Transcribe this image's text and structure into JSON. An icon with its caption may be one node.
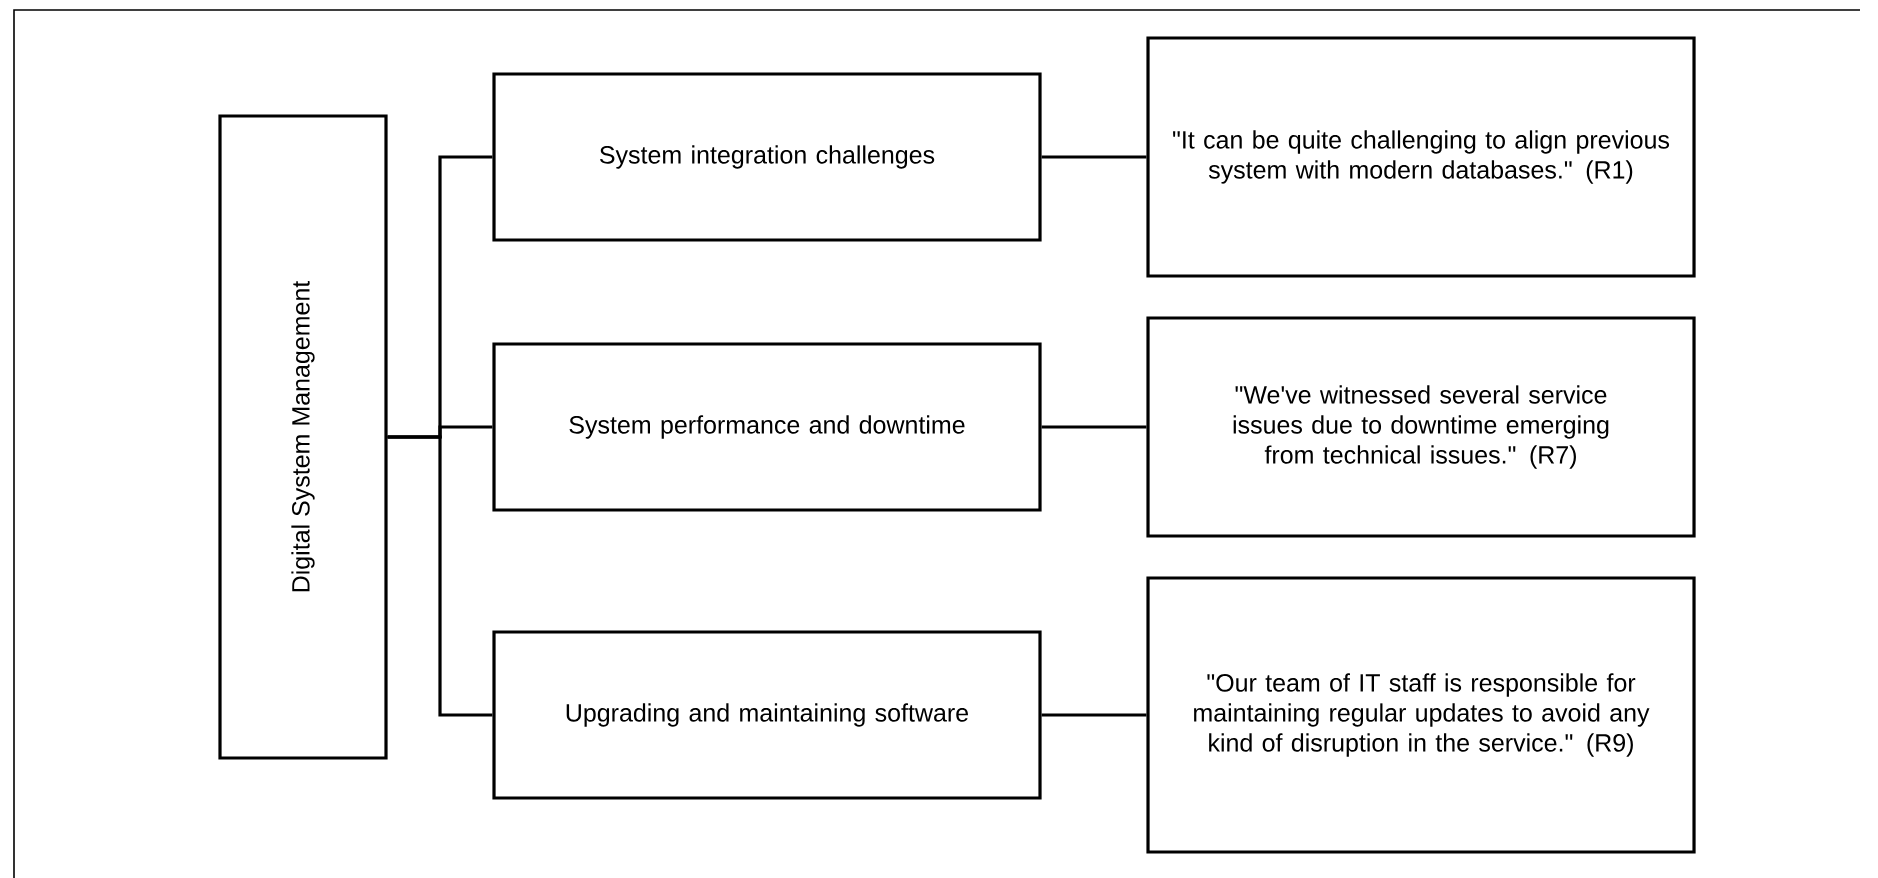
{
  "diagram": {
    "nodes": [
      {
        "text": [
          "Digital System Management"
        ]
      },
      {
        "text": [
          "System integration challenges"
        ]
      },
      {
        "text": [
          "System performance and downtime"
        ]
      },
      {
        "text": [
          "Upgrading and maintaining software"
        ]
      },
      {
        "text": [
          "\"It can be quite challenging to align previous system with modern databases.\" (R1)"
        ]
      },
      {
        "text": [
          "\"We've witnessed several service issues due to downtime emerging from technical issues.\" (R7)"
        ]
      },
      {
        "text": [
          "\"Our team of IT staff is responsible for maintaining regular updates to avoid any kind of disruption in the service.\" (R9)"
        ]
      }
    ],
    "edges": [
      {
        "from": 0,
        "to": 1,
        "arrow": "none"
      },
      {
        "from": 0,
        "to": 2,
        "arrow": "none"
      },
      {
        "from": 0,
        "to": 3,
        "arrow": "none"
      },
      {
        "from": 1,
        "to": 4,
        "arrow": "none"
      },
      {
        "from": 2,
        "to": 5,
        "arrow": "none"
      },
      {
        "from": 3,
        "to": 6,
        "arrow": "none"
      }
    ]
  }
}
